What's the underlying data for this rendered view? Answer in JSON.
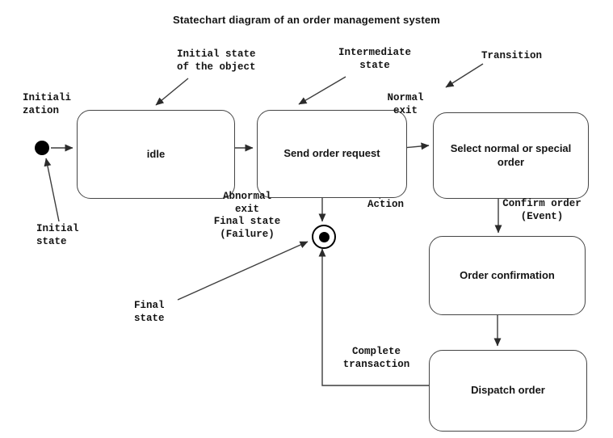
{
  "title": "Statechart diagram of an order management system",
  "states": {
    "idle": "idle",
    "send_order_request": "Send order request",
    "select_order": "Select normal or special order",
    "order_confirmation": "Order confirmation",
    "dispatch_order": "Dispatch order"
  },
  "annotations": {
    "initialization": "Initiali\nzation",
    "initial_state_of_object": "Initial state\nof the object",
    "intermediate_state": "Intermediate\nstate",
    "transition": "Transition",
    "normal_exit": "Normal\nexit",
    "initial_state": "Initial\nstate",
    "abnormal_exit": "Abnormal\nexit\nFinal state\n(Failure)",
    "action": "Action",
    "final_state": "Final\nstate",
    "confirm_order": "Confirm order\n(Event)",
    "complete_transaction": "Complete\ntransaction"
  },
  "colors": {
    "background": "#ffffff",
    "stroke": "#3d3d3d",
    "text": "#141414"
  }
}
